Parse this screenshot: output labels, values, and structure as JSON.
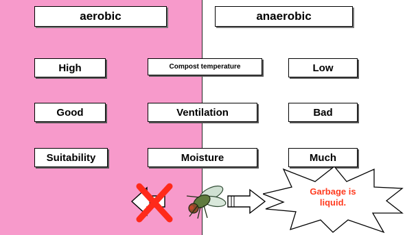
{
  "headers": {
    "left": "aerobic",
    "right": "anaerobic"
  },
  "rows": [
    {
      "left": "High",
      "center": "Compost  temperature",
      "right": "Low"
    },
    {
      "left": "Good",
      "center": "Ventilation",
      "right": "Bad"
    },
    {
      "left": "Suitability",
      "center": "Moisture",
      "right": "Much"
    }
  ],
  "callout": {
    "line1": "Garbage is",
    "line2": "liquid."
  },
  "colors": {
    "aerobic_panel": "#f79acb",
    "callout_text": "#ff3b1f",
    "cross": "#ff2a1a"
  },
  "icons": [
    "left-arrow-icon",
    "cross-icon",
    "fly-icon",
    "right-arrow-icon",
    "starburst-callout"
  ]
}
